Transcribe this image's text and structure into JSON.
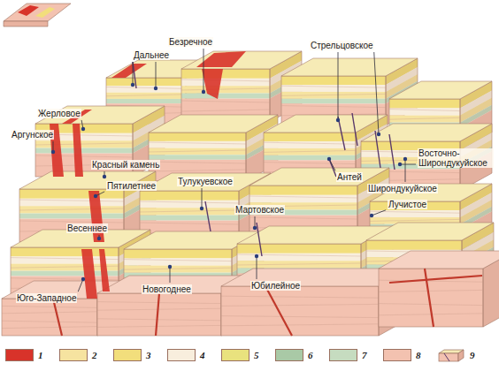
{
  "diagram": {
    "labels": [
      "Безречное",
      "Дальнее",
      "Стрельцовское",
      "Жерловое",
      "Аргунское",
      "Красный камень",
      "Пятилетнее",
      "Тулукуевское",
      "Восточно-Широндукуйское",
      "Широндукуйское",
      "Антей",
      "Лучистое",
      "Мартовское",
      "Весеннее",
      "Юбилейное",
      "Юго-Западное",
      "Новогоднее"
    ],
    "legend": [
      {
        "text": "1",
        "color": "#d8332a"
      },
      {
        "text": "2",
        "color": "#f6e3a0"
      },
      {
        "text": "3",
        "color": "#f2de7c"
      },
      {
        "text": "4",
        "color": "#f8eedd"
      },
      {
        "text": "5",
        "color": "#e9e27e"
      },
      {
        "text": "6",
        "color": "#a9c9a6"
      },
      {
        "text": "7",
        "color": "#c6dcc0"
      },
      {
        "text": "8",
        "color": "#f3c2b0"
      },
      {
        "text": "9"
      }
    ]
  }
}
